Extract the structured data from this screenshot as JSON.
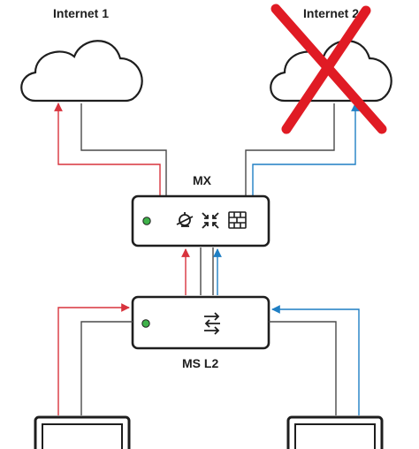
{
  "labels": {
    "internet1": "Internet 1",
    "internet2": "Internet 2",
    "mx": "MX",
    "ms": "MS L2"
  },
  "colors": {
    "red_link": "#d8333d",
    "blue_link": "#1f7fc4",
    "gray_link": "#4a4a4a",
    "outline": "#1e1e1e",
    "status_led": "#3fb24a",
    "cross": "#e01b24"
  },
  "status": {
    "internet2_failed": true
  },
  "icons": {
    "mx": [
      "traffic-shaping-icon",
      "network-icon",
      "firewall-icon"
    ],
    "ms": [
      "switching-arrows-icon"
    ]
  }
}
